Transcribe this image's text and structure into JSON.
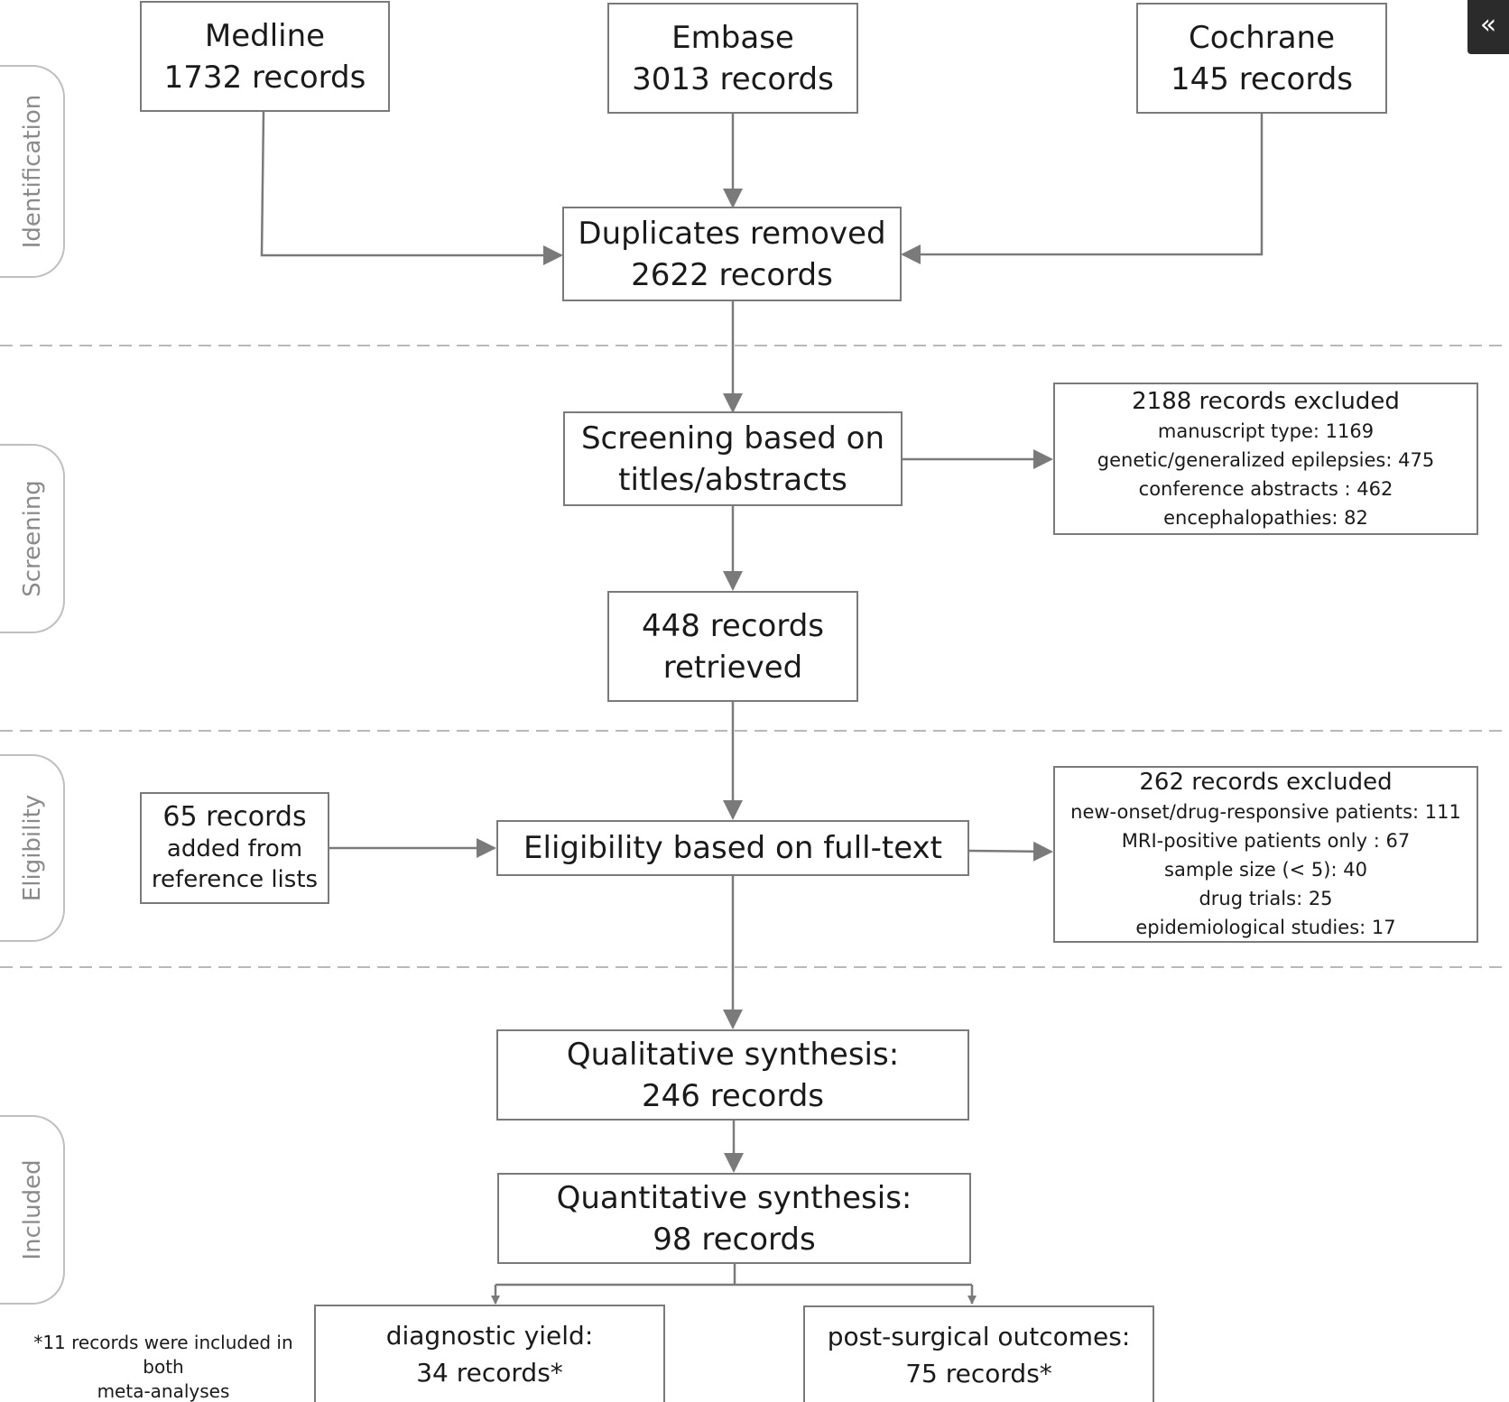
{
  "stages": {
    "identification": "Identification",
    "screening": "Screening",
    "eligibility": "Eligibility",
    "included": "Included"
  },
  "sources": {
    "medline": {
      "name": "Medline",
      "count": "1732 records"
    },
    "embase": {
      "name": "Embase",
      "count": "3013 records"
    },
    "cochrane": {
      "name": "Cochrane",
      "count": "145 records"
    }
  },
  "duplicates": {
    "line1": "Duplicates removed",
    "line2": "2622 records"
  },
  "screening": {
    "line1": "Screening based on",
    "line2": "titles/abstracts"
  },
  "excluded_screening": {
    "title": "2188 records excluded",
    "items": [
      "manuscript type: 1169",
      "genetic/generalized epilepsies: 475",
      "conference abstracts : 462",
      "encephalopathies: 82"
    ]
  },
  "retrieved": {
    "line1": "448 records",
    "line2": "retrieved"
  },
  "references": {
    "line1": "65 records",
    "line2": "added from",
    "line3": "reference lists"
  },
  "eligibility": {
    "label": "Eligibility based on full-text"
  },
  "excluded_eligibility": {
    "title": "262 records excluded",
    "items": [
      "new-onset/drug-responsive patients: 111",
      "MRI-positive patients only : 67",
      "sample size (< 5): 40",
      "drug trials: 25",
      "epidemiological studies: 17"
    ]
  },
  "qualitative": {
    "line1": "Qualitative synthesis:",
    "line2": "246 records"
  },
  "quantitative": {
    "line1": "Quantitative synthesis:",
    "line2": "98 records"
  },
  "diagnostic": {
    "line1": "diagnostic yield:",
    "line2": "34 records*"
  },
  "postsurgical": {
    "line1": "post-surgical outcomes:",
    "line2": "75 records*"
  },
  "footnote": {
    "line1": "*11 records were included in both",
    "line2": "meta-analyses"
  },
  "ui": {
    "collapse_glyph": "«"
  }
}
